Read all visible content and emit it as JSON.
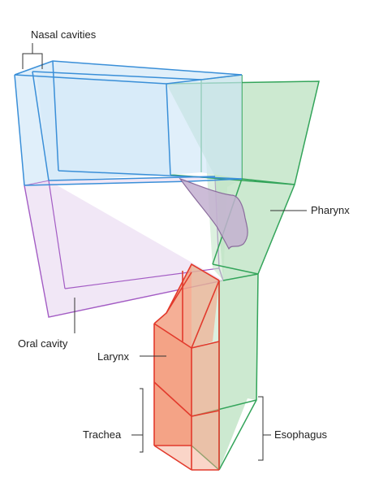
{
  "colors": {
    "nasal_stroke": "#3a8fd8",
    "nasal_fill": "#cfe7f8",
    "oral_stroke": "#a35cc4",
    "oral_fill": "#ecdff3",
    "pharynx_stroke": "#33a45a",
    "pharynx_fill": "#bfe3c4",
    "larynx_stroke": "#e23a2c",
    "larynx_fill": "#f3a184",
    "tongue_stroke": "#8a6c9c",
    "tongue_fill": "#c3b0d0",
    "label_line": "#333333"
  },
  "labels": {
    "nasal": "Nasal cavities",
    "pharynx": "Pharynx",
    "oral": "Oral cavity",
    "larynx": "Larynx",
    "trachea": "Trachea",
    "esophagus": "Esophagus"
  }
}
